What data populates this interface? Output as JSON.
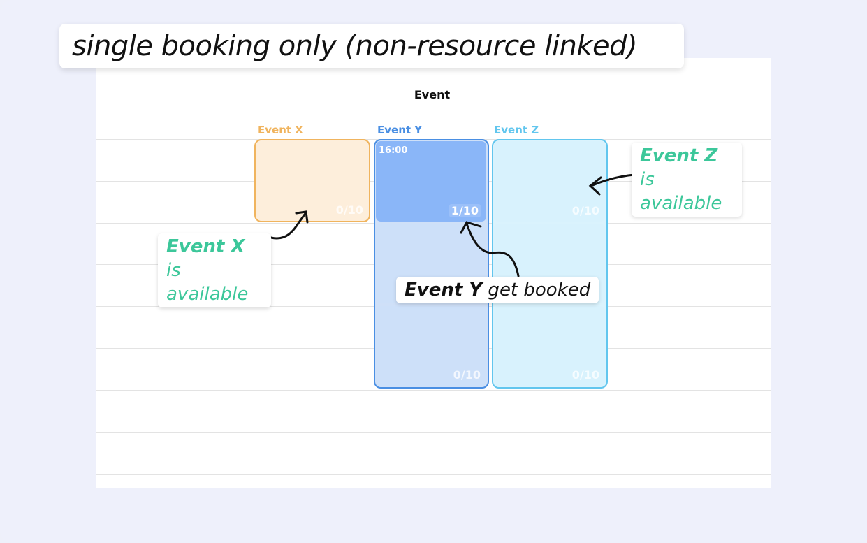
{
  "title": "single booking only (non-resource linked)",
  "calendar": {
    "header": "Event",
    "columns": [
      {
        "label": "Event X",
        "color": "#f0b45e",
        "slots": [
          {
            "count": "0/10"
          }
        ]
      },
      {
        "label": "Event Y",
        "color": "#4a8fe3",
        "slots": [
          {
            "time": "16:00",
            "count": "1/10",
            "booked": true
          },
          {
            "count": ""
          },
          {
            "count": "0/10"
          }
        ]
      },
      {
        "label": "Event Z",
        "color": "#62c6ee",
        "slots": [
          {
            "count": "0/10"
          },
          {
            "count": ""
          },
          {
            "count": "0/10"
          }
        ]
      }
    ]
  },
  "callouts": {
    "x": {
      "bold": "Event X",
      "rest": " is",
      "line2": "available"
    },
    "y": {
      "bold": "Event Y",
      "rest": " get booked"
    },
    "z": {
      "bold": "Event Z",
      "rest": " is",
      "line2": "available"
    }
  }
}
